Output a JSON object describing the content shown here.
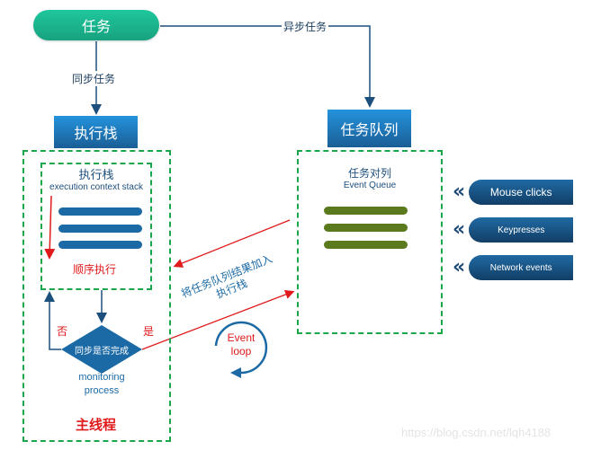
{
  "task": {
    "label": "任务"
  },
  "edges": {
    "sync_label": "同步任务",
    "async_label": "异步任务"
  },
  "stack_header": {
    "label": "执行栈"
  },
  "queue_header": {
    "label": "任务队列"
  },
  "stack_panel": {
    "title": "执行栈",
    "subtitle": "execution context stack",
    "order_label": "顺序执行"
  },
  "decision": {
    "label": "同步是否完成",
    "no_label": "否",
    "yes_label": "是",
    "caption_line1": "monitoring",
    "caption_line2": "process"
  },
  "main_thread": {
    "label": "主线程"
  },
  "queue_panel": {
    "title": "任务对列",
    "subtitle": "Event Queue"
  },
  "push_label": {
    "line1": "将任务队列结果加入",
    "line2": "执行栈"
  },
  "event_loop": {
    "line1": "Event",
    "line2": "loop"
  },
  "events": [
    {
      "label": "Mouse clicks"
    },
    {
      "label": "Keypresses"
    },
    {
      "label": "Network events"
    }
  ],
  "watermark": "https://blog.csdn.net/lqh4188",
  "colors": {
    "teal": "#1fc79c",
    "blue": "#1b6aa5",
    "green": "#5b7a1e",
    "red": "#e01a1a",
    "dash": "#1aa64a"
  }
}
